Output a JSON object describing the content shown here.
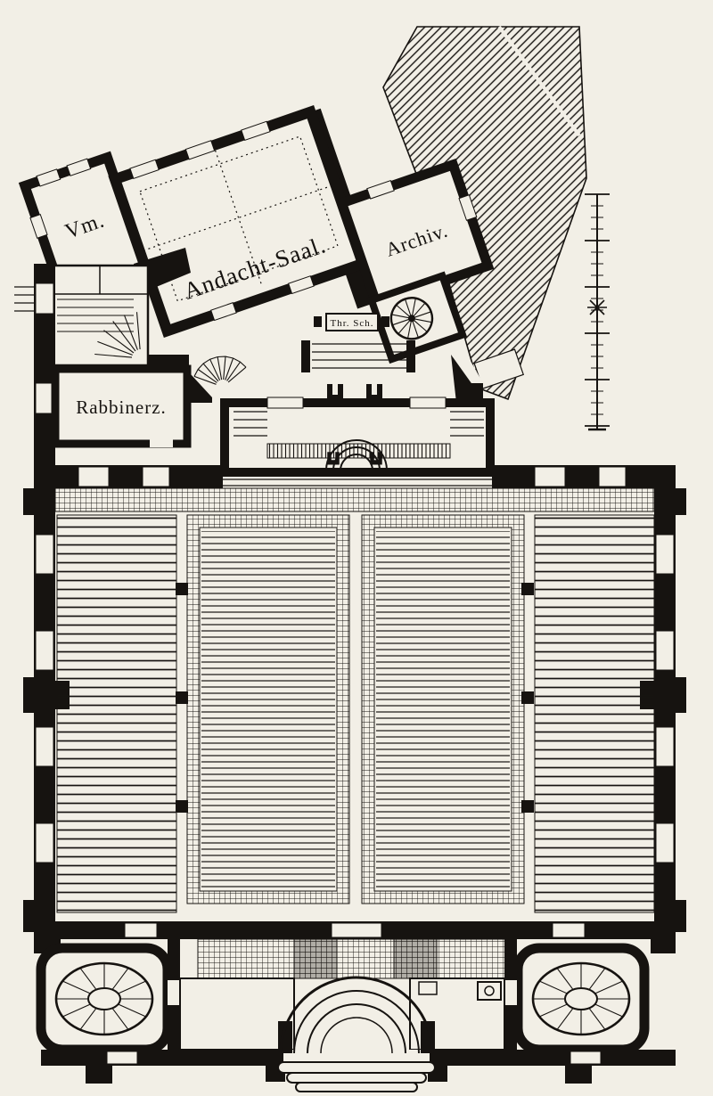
{
  "figure": {
    "type": "architectural-floor-plan",
    "colors": {
      "paper": "#f2efe6",
      "ink": "#161310"
    },
    "labels": {
      "vm": "Vm.",
      "andacht_saal": "Andacht-Saal.",
      "archiv": "Archiv.",
      "rabbinerz": "Rabbinerz.",
      "thora_schrein": "Thr. Sch."
    }
  }
}
